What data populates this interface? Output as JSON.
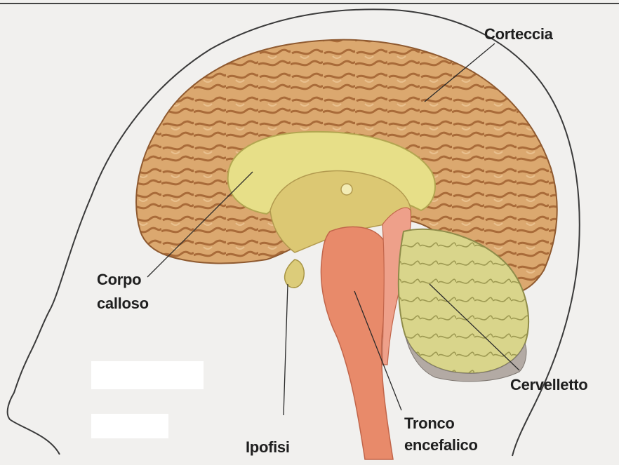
{
  "diagram": {
    "labels": {
      "cortex": "Corteccia",
      "corpus_callosum_line1": "Corpo",
      "corpus_callosum_line2": "calloso",
      "pituitary": "Ipofisi",
      "brainstem_line1": "Tronco",
      "brainstem_line2": "encefalico",
      "cerebellum": "Cervelletto"
    },
    "colors": {
      "background": "#f1f0ee",
      "cortex": "#d9a46a",
      "cortex_groove": "#a86c3a",
      "corpus_callosum": "#e7df88",
      "brainstem": "#e88a6a",
      "cerebellum": "#d8d488",
      "cerebellum_rim": "#b3aaa4",
      "outline": "#3a3a3a"
    }
  }
}
